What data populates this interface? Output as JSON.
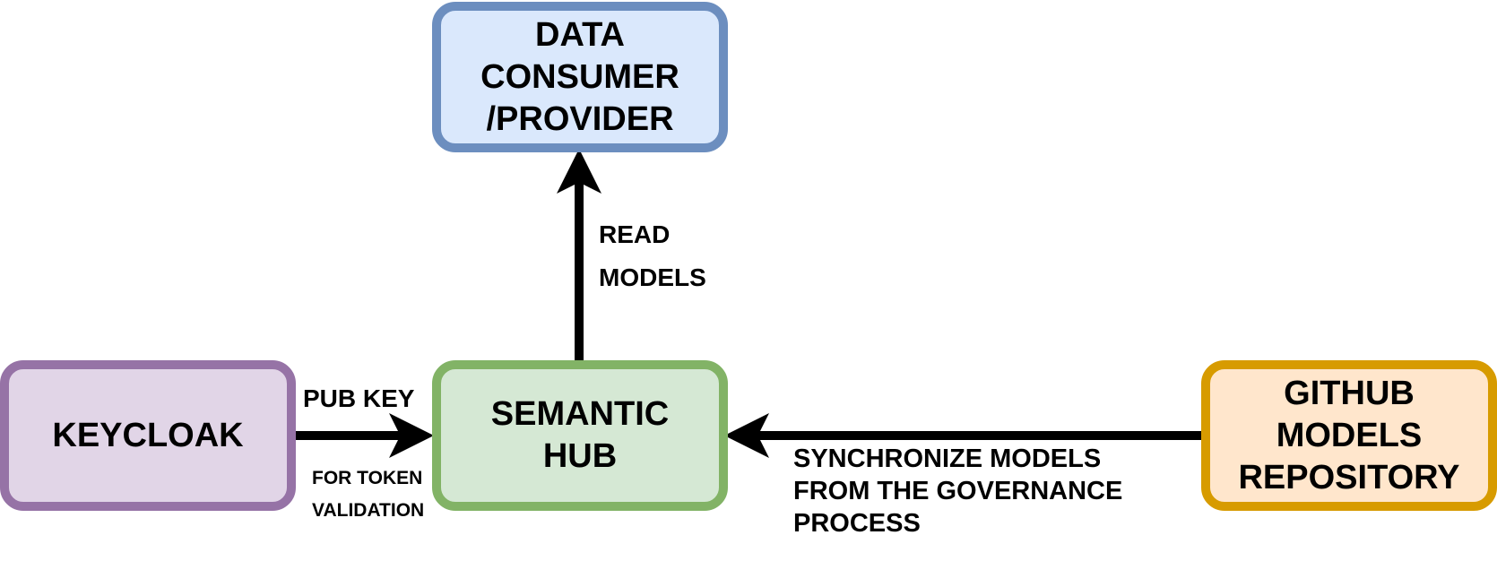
{
  "nodes": {
    "consumer": {
      "lines": [
        "DATA",
        "CONSUMER",
        "/PROVIDER"
      ],
      "fill": "#dae8fc",
      "stroke": "#6c8ebf"
    },
    "keycloak": {
      "lines": [
        "KEYCLOAK"
      ],
      "fill": "#e1d5e7",
      "stroke": "#9673a6"
    },
    "hub": {
      "lines": [
        "SEMANTIC",
        "HUB"
      ],
      "fill": "#d5e8d4",
      "stroke": "#82b366"
    },
    "github": {
      "lines": [
        "GITHUB",
        "MODELS",
        "REPOSITORY"
      ],
      "fill": "#ffe6cc",
      "stroke": "#d79b00"
    }
  },
  "edges": {
    "read": {
      "from": "SEMANTIC HUB",
      "to": "DATA CONSUMER /PROVIDER",
      "lines": [
        "READ",
        "MODELS"
      ]
    },
    "pubkey": {
      "from": "KEYCLOAK",
      "to": "SEMANTIC HUB",
      "lines": [
        "PUB KEY"
      ],
      "sub_lines": [
        "FOR TOKEN",
        "VALIDATION"
      ]
    },
    "sync": {
      "from": "GITHUB MODELS REPOSITORY",
      "to": "SEMANTIC HUB",
      "lines": [
        "SYNCHRONIZE MODELS",
        "FROM THE GOVERNANCE",
        "PROCESS"
      ]
    }
  },
  "colors": {
    "arrow": "#000000"
  }
}
